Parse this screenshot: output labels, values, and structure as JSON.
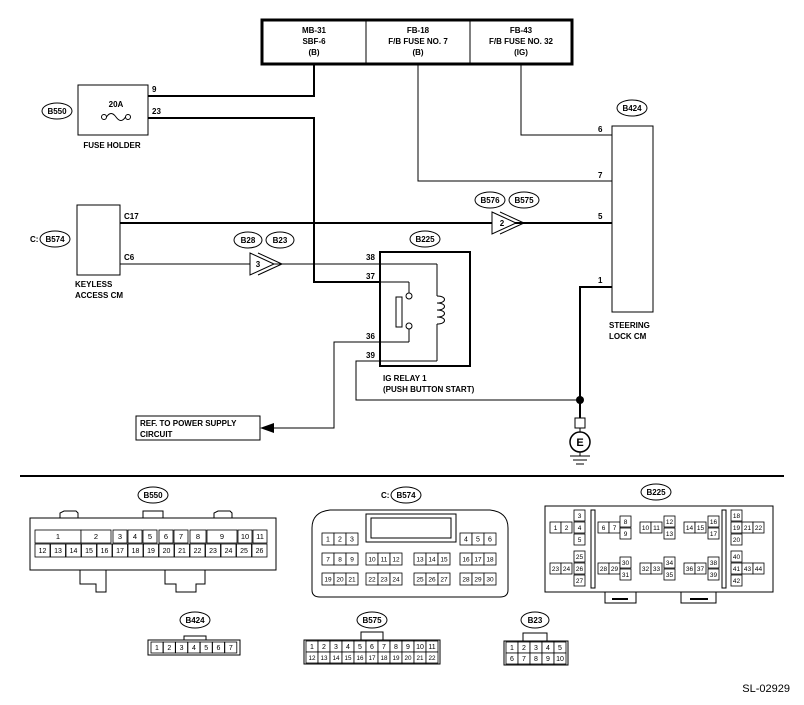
{
  "fuse_block": {
    "mb31": [
      "MB-31",
      "SBF-6",
      "(B)"
    ],
    "fb18": [
      "FB-18",
      "F/B FUSE NO. 7",
      "(B)"
    ],
    "fb43": [
      "FB-43",
      "F/B FUSE NO. 32",
      "(IG)"
    ]
  },
  "fuse_holder": {
    "badge": "B550",
    "rating": "20A",
    "label": "FUSE HOLDER",
    "pin_top": "9",
    "pin_bottom": "23"
  },
  "steering_lock": {
    "badge": "B424",
    "label": [
      "STEERING",
      "LOCK CM"
    ],
    "pins": [
      "6",
      "7",
      "5",
      "1"
    ]
  },
  "keyless": {
    "prefix": "C:",
    "badge": "B574",
    "label": [
      "KEYLESS",
      "ACCESS CM"
    ],
    "pins": [
      "C17",
      "C6"
    ]
  },
  "conn_b576_b575": {
    "badges": [
      "B576",
      "B575"
    ],
    "pin": "2"
  },
  "conn_b28_b23": {
    "badges": [
      "B28",
      "B23"
    ],
    "pin": "3"
  },
  "relay": {
    "badge": "B225",
    "label": [
      "IG RELAY 1",
      "(PUSH BUTTON START)"
    ],
    "pins": [
      "38",
      "37",
      "36",
      "39"
    ]
  },
  "ref": {
    "label": [
      "REF. TO POWER SUPPLY",
      "CIRCUIT"
    ]
  },
  "ground": {
    "symbol": "E"
  },
  "connectors": {
    "b550": {
      "badge": "B550",
      "row1": [
        "1",
        "2",
        "3",
        "4",
        "5",
        "6",
        "7",
        "8",
        "9",
        "10",
        "11"
      ],
      "row2": [
        "12",
        "13",
        "14",
        "15",
        "16",
        "17",
        "18",
        "19",
        "20",
        "21",
        "22",
        "23",
        "24",
        "25",
        "26"
      ]
    },
    "c_b574": {
      "prefix": "C:",
      "badge": "B574",
      "row1": [
        "1",
        "2",
        "3",
        "4",
        "5",
        "6"
      ],
      "row2": [
        "7",
        "8",
        "9",
        "10",
        "11",
        "12",
        "13",
        "14",
        "15",
        "16",
        "17",
        "18"
      ],
      "row3": [
        "19",
        "20",
        "21",
        "22",
        "23",
        "24",
        "25",
        "26",
        "27",
        "28",
        "29",
        "30"
      ]
    },
    "b225": {
      "badge": "B225",
      "pins": [
        "1",
        "2",
        "3",
        "4",
        "5",
        "6",
        "7",
        "8",
        "9",
        "10",
        "11",
        "12",
        "13",
        "14",
        "15",
        "16",
        "17",
        "18",
        "19",
        "20",
        "21",
        "22",
        "23",
        "24",
        "25",
        "26",
        "27",
        "28",
        "29",
        "30",
        "31",
        "32",
        "33",
        "34",
        "35",
        "36",
        "37",
        "38",
        "39",
        "40",
        "41",
        "42",
        "43",
        "44"
      ]
    },
    "b424": {
      "badge": "B424",
      "pins": [
        "1",
        "2",
        "3",
        "4",
        "5",
        "6",
        "7"
      ]
    },
    "b575": {
      "badge": "B575",
      "row1": [
        "1",
        "2",
        "3",
        "4",
        "5",
        "6",
        "7",
        "8",
        "9",
        "10",
        "11"
      ],
      "row2": [
        "12",
        "13",
        "14",
        "15",
        "16",
        "17",
        "18",
        "19",
        "20",
        "21",
        "22"
      ]
    },
    "b23": {
      "badge": "B23",
      "row1": [
        "1",
        "2",
        "3",
        "4",
        "5"
      ],
      "row2": [
        "6",
        "7",
        "8",
        "9",
        "10"
      ]
    }
  },
  "diagram_id": "SL-02929"
}
